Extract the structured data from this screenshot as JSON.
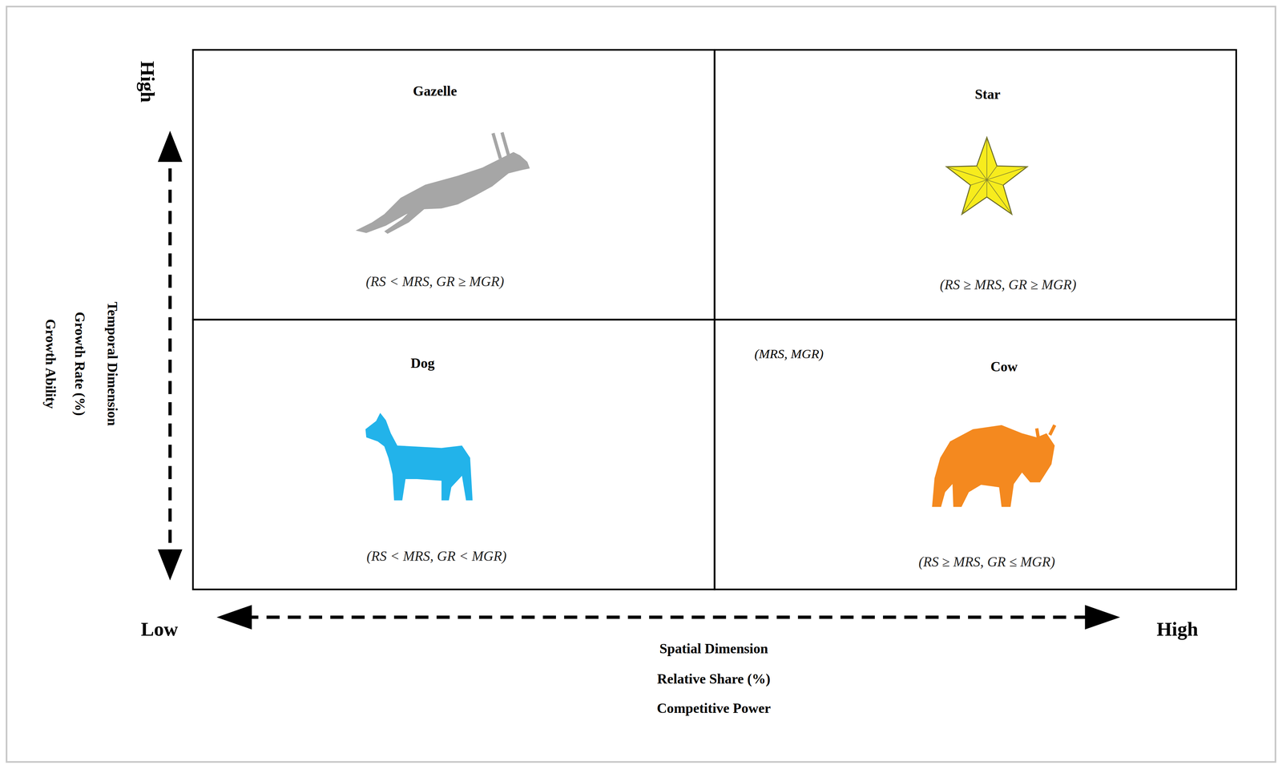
{
  "diagram": {
    "nodes": [
      {
        "text": [
          "Gazelle",
          "(RS < MRS, GR ≥ MGR)"
        ]
      },
      {
        "text": [
          "Star",
          "(RS ≥ MRS, GR ≥ MGR)"
        ]
      },
      {
        "text": [
          "Dog",
          "(RS < MRS, GR < MGR)"
        ]
      },
      {
        "text": [
          "Cow",
          "(RS ≥ MRS, GR ≤ MGR)"
        ]
      }
    ],
    "labels": [
      "High",
      "Temporal Dimension",
      "Growth Rate (%)",
      "Growth Ability",
      "(MRS, MGR)",
      "Low",
      "High",
      "Spatial Dimension",
      "Relative Share (%)",
      "Competitive Power"
    ]
  }
}
